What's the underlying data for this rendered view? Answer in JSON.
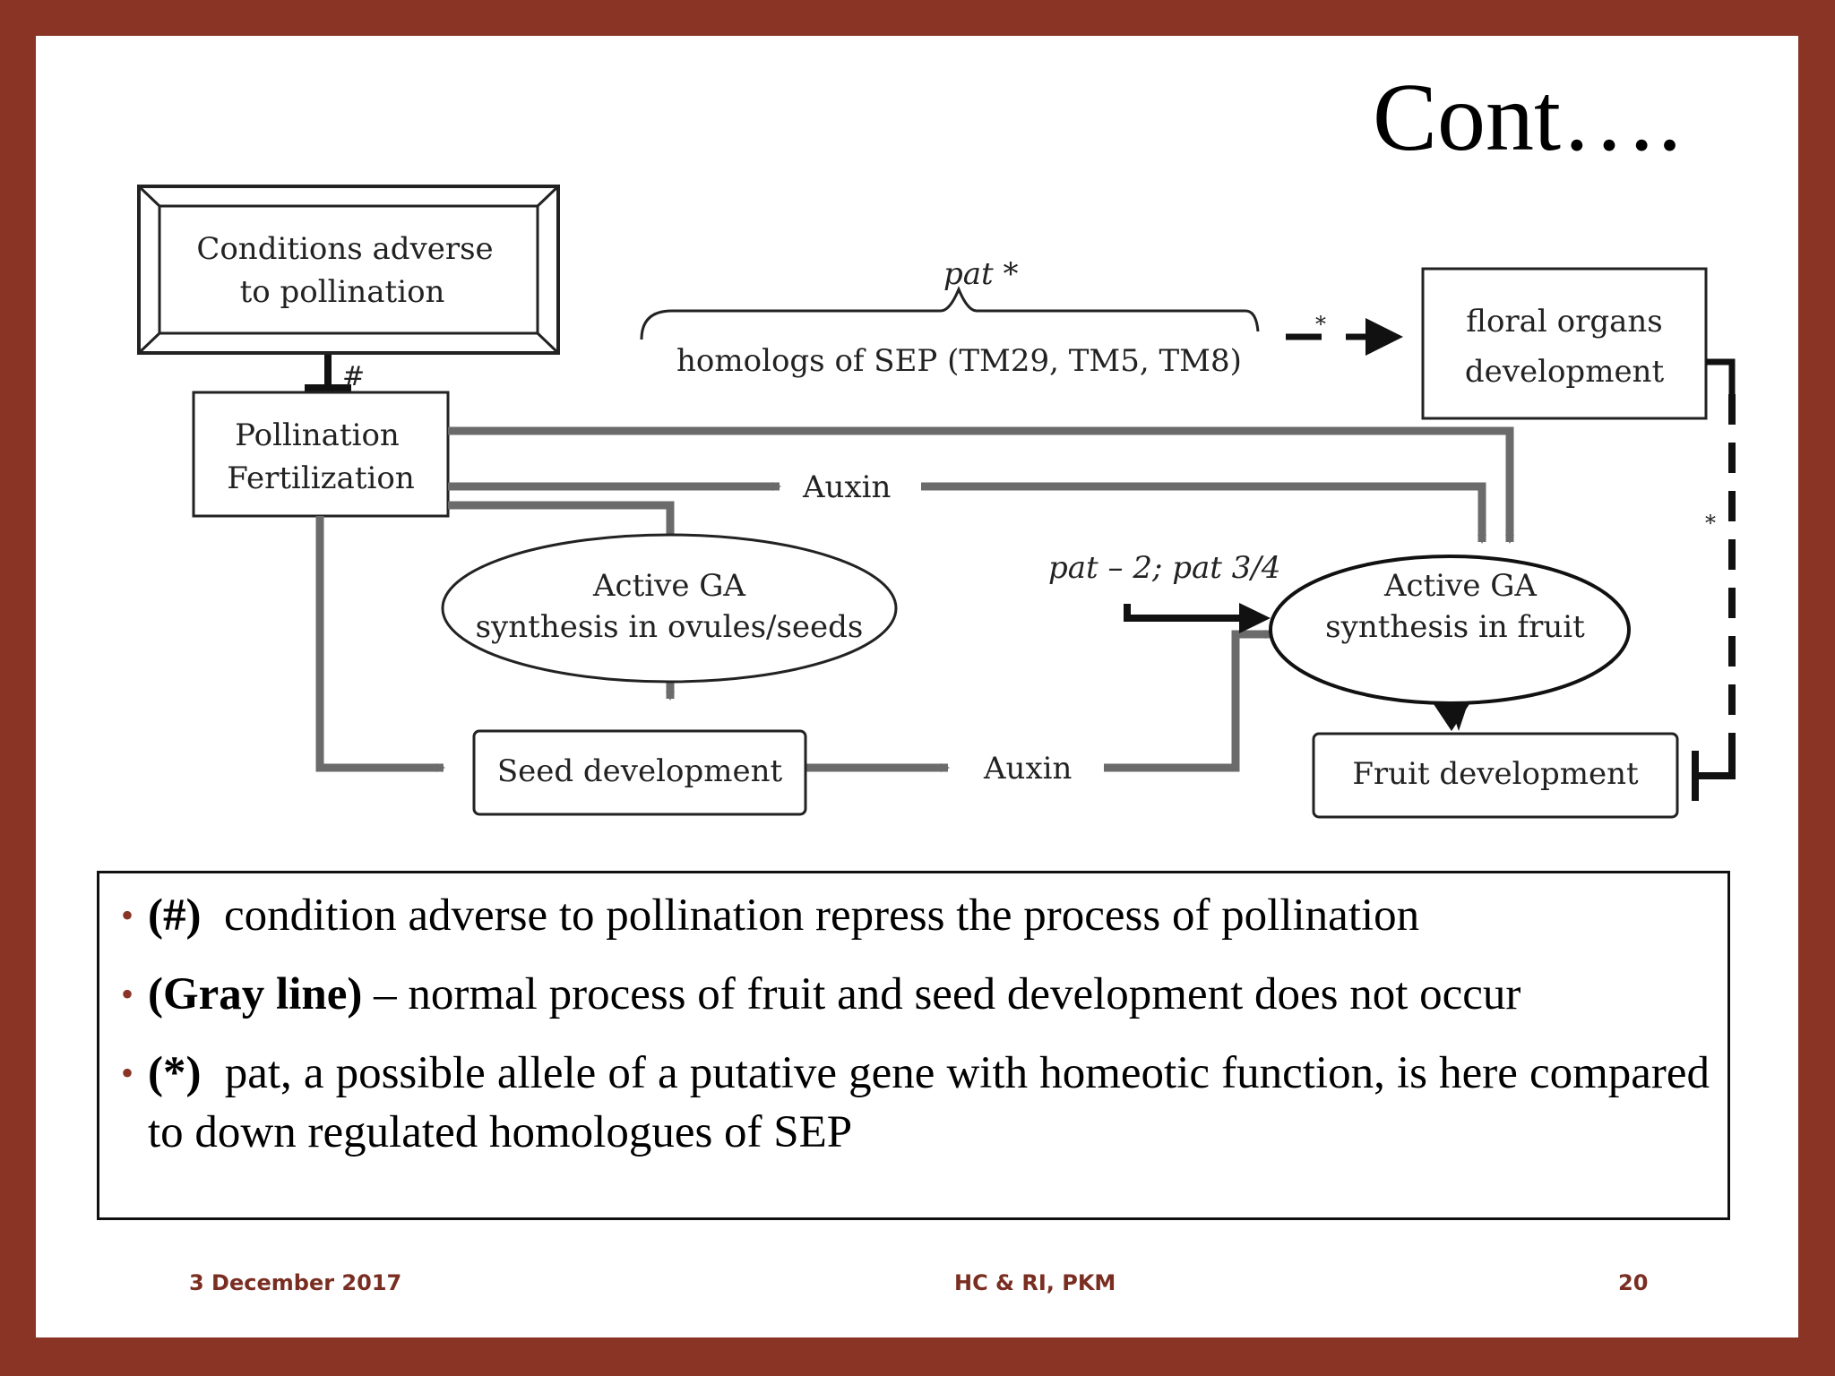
{
  "slide": {
    "title": "Cont….",
    "footer": {
      "date": "3 December 2017",
      "center": "HC & RI, PKM",
      "page": "20"
    },
    "colors": {
      "frame": "#8a3426",
      "gray_line": "#666666",
      "black_line": "#111111"
    }
  },
  "diagram": {
    "conditions_line1": "Conditions adverse",
    "conditions_line2": "to pollination",
    "hash_mark": "#",
    "pollination_line1": "Pollination",
    "pollination_line2": "Fertilization",
    "pat_label": "pat *",
    "homologs_label": "homologs of SEP (TM29, TM5, TM8)",
    "star_top": "*",
    "floral_line1": "floral organs",
    "floral_line2": "development",
    "star_right": "*",
    "auxin_top": "Auxin",
    "ga_seeds_line1": "Active GA",
    "ga_seeds_line2": "synthesis in ovules/seeds",
    "pat2_label": "pat – 2; pat 3/4",
    "ga_fruit_line1": "Active GA",
    "ga_fruit_line2": "synthesis in fruit",
    "seed_dev": "Seed development",
    "auxin_bottom": "Auxin",
    "fruit_dev": "Fruit development"
  },
  "notes": [
    {
      "bold": "(#)",
      "text": "condition adverse to pollination repress the process of pollination"
    },
    {
      "bold": "(Gray line)",
      "text": " – normal process of fruit  and seed development does not occur"
    },
    {
      "bold": "(*)",
      "text": "pat, a possible allele of a putative gene with homeotic function, is here compared to down regulated homologues of SEP"
    }
  ]
}
